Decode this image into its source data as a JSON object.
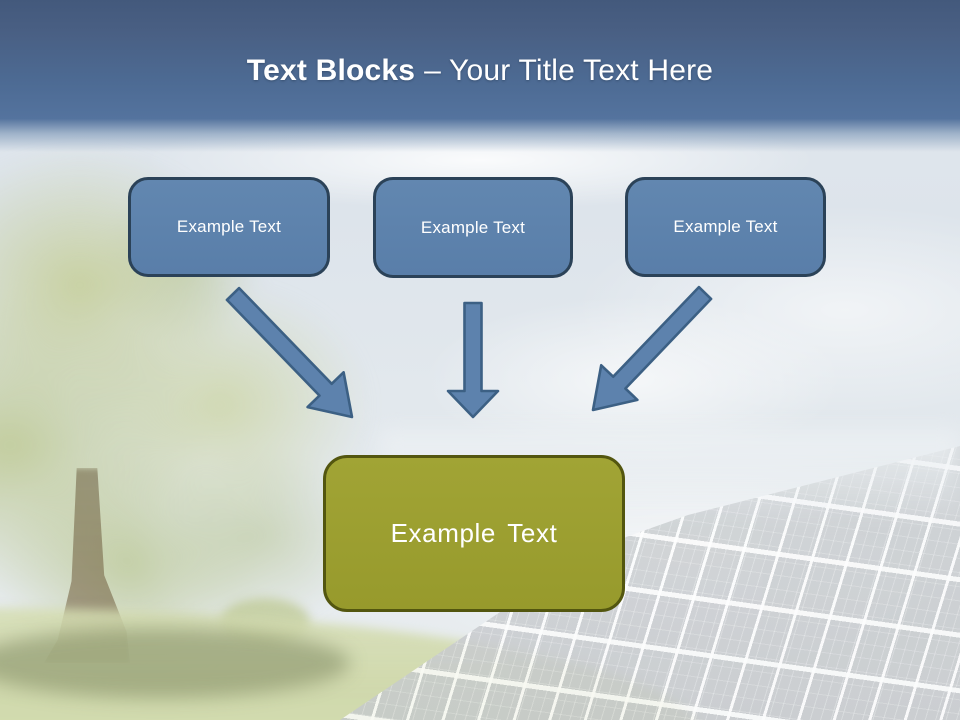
{
  "slide": {
    "header": {
      "title_bold": "Text Blocks",
      "title_rest": "– Your Title Text Here"
    },
    "blocks": [
      {
        "label": "Example Text"
      },
      {
        "label": "Example Text"
      },
      {
        "label": "Example Text"
      }
    ],
    "arrows": [
      {
        "name": "arrow-down-right"
      },
      {
        "name": "arrow-down"
      },
      {
        "name": "arrow-down-left"
      }
    ],
    "result": {
      "label": "Example Text"
    },
    "colors": {
      "header_gradient_top": "#43597c",
      "header_gradient_bottom": "#54739e",
      "block_fill": "#5d82ad",
      "block_border": "#2b4258",
      "arrow_fill": "#5d82ad",
      "arrow_outline": "#3c6084",
      "result_fill": "#9c9e31",
      "result_border": "#53560f",
      "title_text": "#ffffff",
      "block_text": "#ffffff"
    },
    "background": {
      "description": "faded photo: large tree and grass on the left, solar panel array lower right, hazy sky"
    }
  }
}
